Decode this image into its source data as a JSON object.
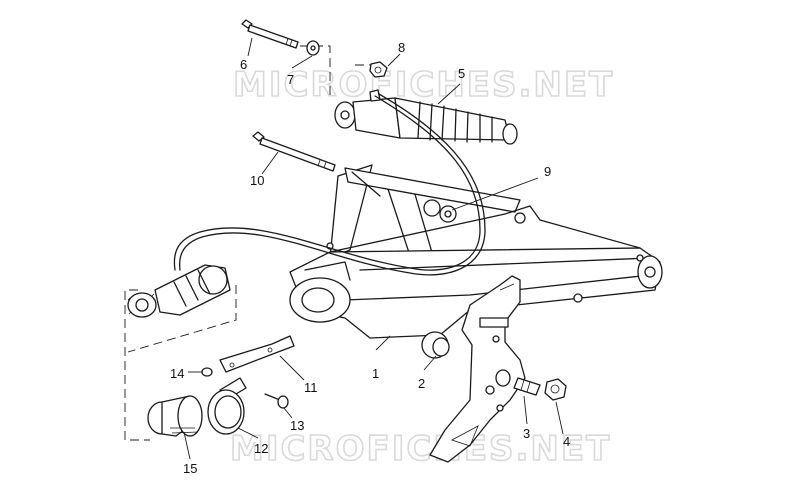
{
  "watermark": {
    "top": "MICROFICHES.NET",
    "bottom": "MICROFICHES.NET"
  },
  "callouts": [
    "1",
    "2",
    "3",
    "4",
    "5",
    "6",
    "7",
    "8",
    "9",
    "10",
    "11",
    "12",
    "13",
    "14",
    "15"
  ]
}
